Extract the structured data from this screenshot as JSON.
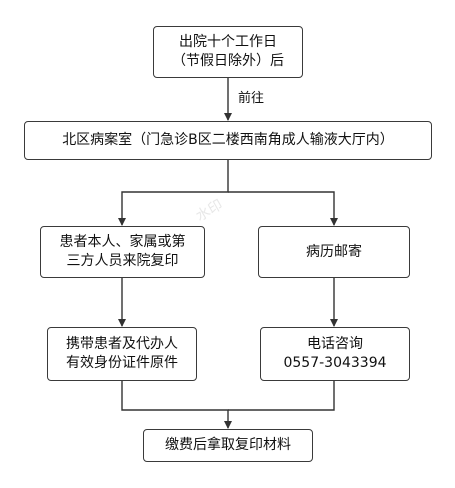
{
  "nodes": {
    "n1": {
      "line1": "出院十个工作日",
      "line2": "（节假日除外）后"
    },
    "n2": {
      "text": "北区病案室（门急诊B区二楼西南角成人输液大厅内）"
    },
    "n3": {
      "line1": "患者本人、家属或第",
      "line2": "三方人员来院复印"
    },
    "n4": {
      "text": "病历邮寄"
    },
    "n5": {
      "line1": "携带患者及代办人",
      "line2": "有效身份证件原件"
    },
    "n6": {
      "line1": "电话咨询",
      "line2": "0557-3043394"
    },
    "n7": {
      "text": "缴费后拿取复印材料"
    }
  },
  "edge_labels": {
    "e1": "前往"
  },
  "watermark": "水印",
  "colors": {
    "border": "#3a3a3a",
    "line": "#333333"
  }
}
